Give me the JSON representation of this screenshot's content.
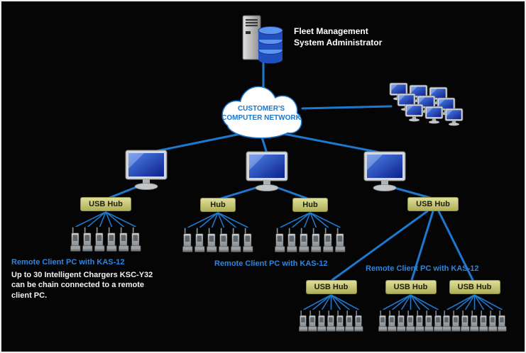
{
  "admin": {
    "label": "Fleet Management\nSystem Administrator"
  },
  "cloud": {
    "line1": "CUSTOMER'S",
    "line2": "COMPUTER NETWORK"
  },
  "hub_groups": {
    "left": {
      "label": "USB Hub",
      "radios": 6
    },
    "mid1": {
      "label": "Hub",
      "radios": 6
    },
    "mid2": {
      "label": "Hub",
      "radios": 6
    },
    "right": {
      "label": "USB Hub"
    },
    "bottom1": {
      "label": "USB Hub",
      "radios": 7
    },
    "bottom2": {
      "label": "USB Hub",
      "radios": 7
    },
    "bottom3": {
      "label": "USB Hub",
      "radios": 7
    }
  },
  "captions": {
    "left": "Remote Client PC with KAS-12",
    "middle": "Remote Client PC with KAS-12",
    "right": "Remote Client PC with KAS-12"
  },
  "note": "Up to 30 Intelligent Chargers KSC-Y32 can be chain connected to a remote client PC.",
  "workstation_cluster": {
    "count": 9
  },
  "colors": {
    "line_blue": "#1d79cf",
    "caption_blue": "#2e86e0",
    "hub_fill": "#c9c97a",
    "background": "#050505"
  }
}
